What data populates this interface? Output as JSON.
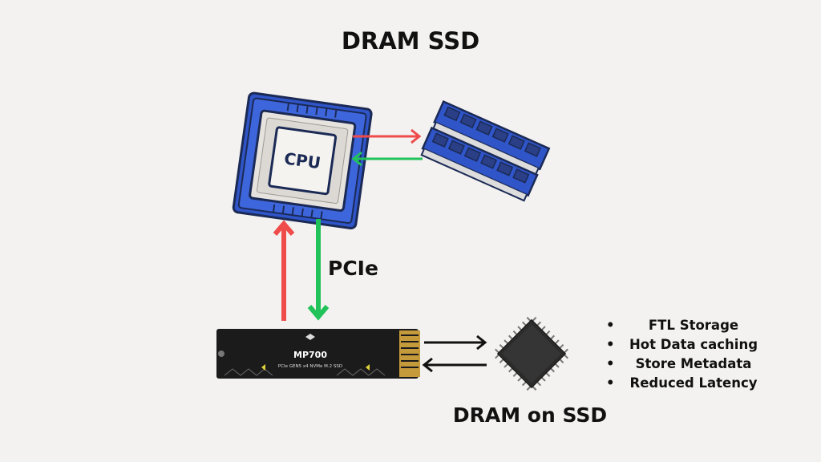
{
  "title": "DRAM SSD",
  "cpu_label": "CPU",
  "bus_label": "PCIe",
  "ssd": {
    "model": "MP700",
    "subtitle": "PCIe GEN5 x4 NVMe M.2 SSD"
  },
  "dram_label": "DRAM on SSD",
  "features": [
    "FTL Storage",
    "Hot Data caching",
    "Store Metadata",
    "Reduced Latency"
  ],
  "colors": {
    "request_arrow": "#ef4b4b",
    "response_arrow": "#22c25a",
    "dram_arrow": "#111111",
    "cpu_blue": "#2f55c9",
    "ram_blue": "#2f55c9"
  }
}
